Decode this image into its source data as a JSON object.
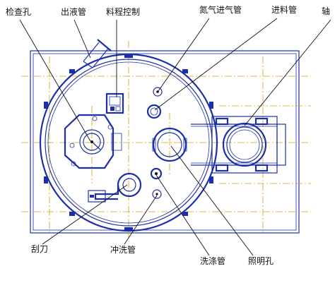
{
  "labels": {
    "inspection_hole": "检查孔",
    "liquid_outlet": "出液管",
    "material_control": "料程控制",
    "nitrogen_inlet": "氮气进气管",
    "feed_pipe": "进料管",
    "shaft": "轴",
    "scraper": "刮刀",
    "flush_pipe": "冲洗管",
    "washing_pipe": "洗涤管",
    "lighting_hole": "照明孔"
  },
  "colors": {
    "line": "#1d2fa8",
    "centerline": "#d6a300",
    "leader": "#111111",
    "background": "#ffffff"
  }
}
